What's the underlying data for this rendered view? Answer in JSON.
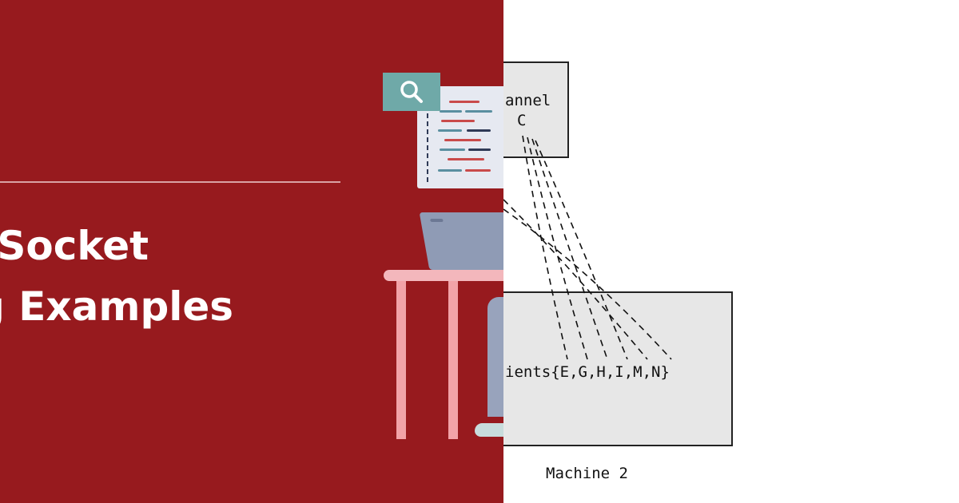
{
  "left_panel": {
    "title_line1": "oSocket",
    "title_line2": "g Examples",
    "background_color": "#971a1e"
  },
  "illustration": {
    "search_icon": "search-icon"
  },
  "diagram": {
    "channel_label_line1": "annel",
    "channel_label_line2": "C",
    "clients_label": "ients{E,G,H,I,M,N}",
    "machine_label": "Machine 2"
  }
}
